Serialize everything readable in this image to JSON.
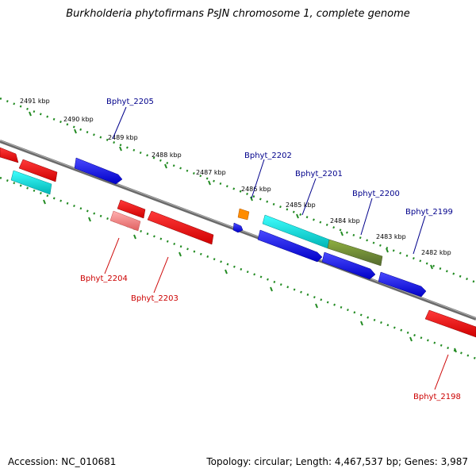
{
  "title": "Burkholderia phytofirmans PsJN chromosome 1, complete genome",
  "accession": "Accession: NC_010681",
  "stats": "Topology: circular; Length: 4,467,537 bp; Genes: 3,987",
  "ticks": [
    "2491 kbp",
    "2490 kbp",
    "2489 kbp",
    "2488 kbp",
    "2487 kbp",
    "2486 kbp",
    "2485 kbp",
    "2484 kbp",
    "2483 kbp",
    "2482 kbp"
  ],
  "genes_top": [
    "Bphyt_2205",
    "Bphyt_2202",
    "Bphyt_2201",
    "Bphyt_2200",
    "Bphyt_2199"
  ],
  "genes_bottom": [
    "Bphyt_2204",
    "Bphyt_2203",
    "Bphyt_2198"
  ],
  "colors": {
    "forward_cds": "#0000ff",
    "reverse_cds": "#ff0000",
    "rna": "#00e5e5",
    "other": "#6b8e23",
    "orange_feature": "#ff8c00",
    "pink_feature": "#f08080",
    "backbone": "#808080",
    "tick": "#228b22",
    "label_top": "#00008b",
    "label_bottom": "#cc0000"
  }
}
